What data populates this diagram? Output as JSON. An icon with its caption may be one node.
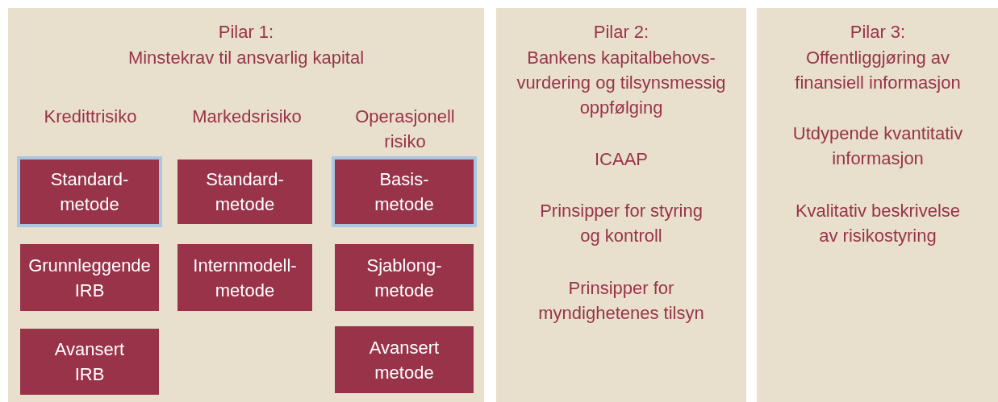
{
  "diagram": {
    "nodes": [
      {
        "text": [
          "Pilar 1:",
          "Minstekrav til ansvarlig kapital",
          "Kredittrisiko",
          "Markedsrisiko",
          "Operasjonell risiko"
        ]
      },
      {
        "text": [
          "Standard-metode"
        ],
        "in": 0
      },
      {
        "text": [
          "Standard-metode"
        ],
        "in": 0
      },
      {
        "text": [
          "Basis-metode"
        ],
        "in": 0
      },
      {
        "text": [
          "Grunnleggende IRB"
        ],
        "in": 0
      },
      {
        "text": [
          "Internmodell-metode"
        ],
        "in": 0
      },
      {
        "text": [
          "Sjablong-metode"
        ],
        "in": 0
      },
      {
        "text": [
          "Avansert IRB"
        ],
        "in": 0
      },
      {
        "text": [
          "Avansert metode"
        ],
        "in": 0
      },
      {
        "text": [
          "Pilar 2:",
          "Bankens kapitalbehovs-vurdering og tilsynsmessig oppfølging",
          "ICAAP",
          "Prinsipper for styring og kontroll",
          "Prinsipper for myndighetenes tilsyn"
        ]
      },
      {
        "text": [
          "Pilar 3:",
          "Offentliggjøring av finansiell informasjon",
          "Utdypende kvantitativ informasjon",
          "Kvalitativ beskrivelse av risikostyring"
        ]
      }
    ]
  }
}
